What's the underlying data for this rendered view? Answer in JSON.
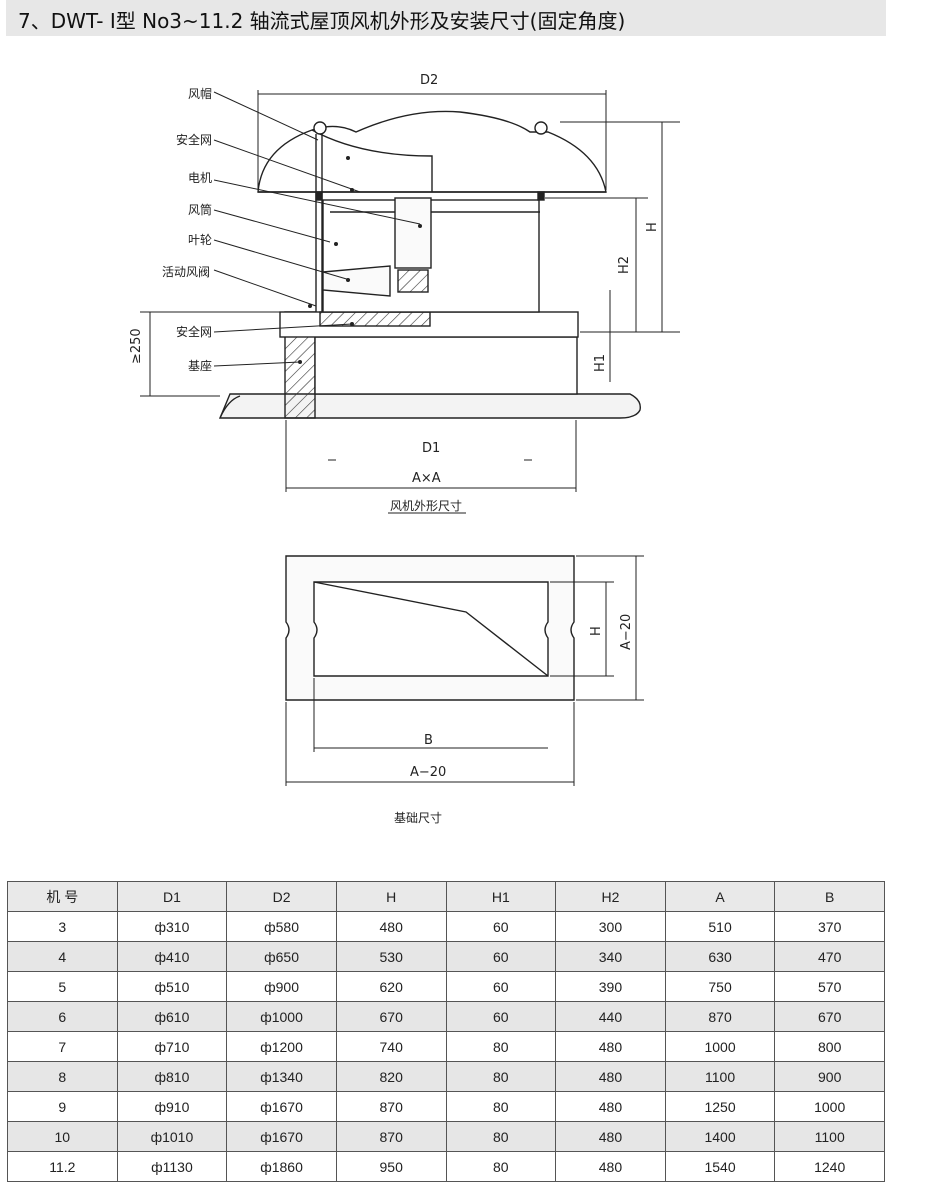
{
  "header": {
    "title": "7、DWT- Ⅰ型 No3~11.2 轴流式屋顶风机外形及安装尺寸(固定角度)"
  },
  "diagram1": {
    "labels": {
      "hood": "风帽",
      "protective_net": "安全网",
      "motor": "电机",
      "duct": "风筒",
      "impeller": "叶轮",
      "damper": "活动风阀",
      "safety_net": "安全网",
      "curb": "基座"
    },
    "dims": {
      "d2": "D2",
      "h": "H",
      "h2": "H2",
      "h1": "H1",
      "min_height": "≥250",
      "d1": "D1",
      "axa": "A×A"
    },
    "caption": "风机外形尺寸"
  },
  "diagram2": {
    "dims": {
      "h": "H",
      "a20_v": "A−20",
      "b": "B",
      "a20_h": "A−20"
    },
    "caption": "基础尺寸"
  },
  "table": {
    "headers": [
      "机 号",
      "D1",
      "D2",
      "H",
      "H1",
      "H2",
      "A",
      "B"
    ],
    "rows": [
      [
        "3",
        "ф310",
        "ф580",
        "480",
        "60",
        "300",
        "510",
        "370"
      ],
      [
        "4",
        "ф410",
        "ф650",
        "530",
        "60",
        "340",
        "630",
        "470"
      ],
      [
        "5",
        "ф510",
        "ф900",
        "620",
        "60",
        "390",
        "750",
        "570"
      ],
      [
        "6",
        "ф610",
        "ф1000",
        "670",
        "60",
        "440",
        "870",
        "670"
      ],
      [
        "7",
        "ф710",
        "ф1200",
        "740",
        "80",
        "480",
        "1000",
        "800"
      ],
      [
        "8",
        "ф810",
        "ф1340",
        "820",
        "80",
        "480",
        "1100",
        "900"
      ],
      [
        "9",
        "ф910",
        "ф1670",
        "870",
        "80",
        "480",
        "1250",
        "1000"
      ],
      [
        "10",
        "ф1010",
        "ф1670",
        "870",
        "80",
        "480",
        "1400",
        "1100"
      ],
      [
        "11.2",
        "ф1130",
        "ф1860",
        "950",
        "80",
        "480",
        "1540",
        "1240"
      ]
    ]
  }
}
